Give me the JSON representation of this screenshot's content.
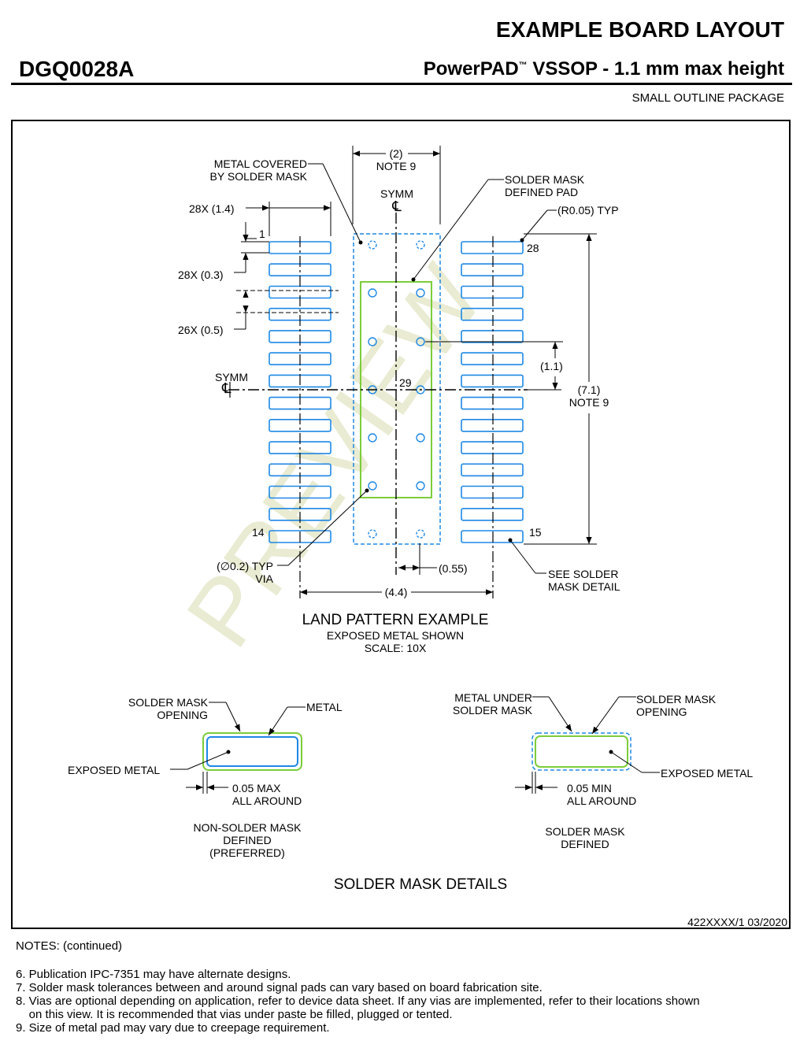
{
  "header": {
    "title": "EXAMPLE BOARD LAYOUT",
    "package_id": "DGQ0028A",
    "package_name_prefix": "PowerPAD",
    "tm": "™",
    "package_name_suffix": "VSSOP - 1.1 mm max height",
    "package_type": "SMALL OUTLINE PACKAGE"
  },
  "land_pattern": {
    "dims": {
      "pad_width_2": "(2)",
      "note9": "NOTE 9",
      "symm": "SYMM",
      "cl": "℄",
      "pad_length": "28X (1.4)",
      "one": "1",
      "pad_width": "28X (0.3)",
      "pitch": "26X (0.5)",
      "metal_covered_1": "METAL COVERED",
      "metal_covered_2": "BY SOLDER MASK",
      "smd_pad_1": "SOLDER MASK",
      "smd_pad_2": "DEFINED PAD",
      "radius": "(R0.05) TYP",
      "pin28": "28",
      "pin29": "29",
      "pin14": "14",
      "pin15": "15",
      "via_pitch": "(1.1)",
      "height": "(7.1)",
      "height_note": "NOTE 9",
      "via_1": "(∅0.2) TYP",
      "via_2": "VIA",
      "via_offset": "(0.55)",
      "total_width": "(4.4)",
      "see_detail_1": "SEE SOLDER",
      "see_detail_2": "MASK DETAIL"
    },
    "caption": "LAND PATTERN EXAMPLE",
    "sub1": "EXPOSED METAL SHOWN",
    "sub2": "SCALE: 10X"
  },
  "watermark": "PREVIEW",
  "details": {
    "nsmd": {
      "opening_1": "SOLDER MASK",
      "opening_2": "OPENING",
      "metal": "METAL",
      "exposed": "EXPOSED METAL",
      "clear_1": "0.05 MAX",
      "clear_2": "ALL AROUND",
      "caption_1": "NON-SOLDER MASK",
      "caption_2": "DEFINED",
      "caption_3": "(PREFERRED)"
    },
    "smd": {
      "metal_under_1": "METAL UNDER",
      "metal_under_2": "SOLDER MASK",
      "opening_1": "SOLDER MASK",
      "opening_2": "OPENING",
      "exposed": "EXPOSED METAL",
      "clear_1": "0.05 MIN",
      "clear_2": "ALL AROUND",
      "caption_1": "SOLDER MASK",
      "caption_2": "DEFINED"
    },
    "title": "SOLDER MASK DETAILS"
  },
  "doc_code": "422XXXX/1   03/2020",
  "notes": {
    "heading": "NOTES: (continued)",
    "items": [
      "6. Publication IPC-7351 may have alternate designs.",
      "7. Solder mask tolerances between and around signal pads can vary based on board fabrication site.",
      "8. Vias are optional depending on application, refer to device data sheet. If any vias are implemented, refer to their locations shown",
      "    on this view. It is recommended that vias under paste be filled, plugged or tented.",
      "9. Size of metal pad may vary due to creepage requirement."
    ]
  },
  "colors": {
    "pad_outline": "#1e88e5",
    "exposed_pad": "#7ccd3a",
    "watermark": "#e9ebd2"
  }
}
